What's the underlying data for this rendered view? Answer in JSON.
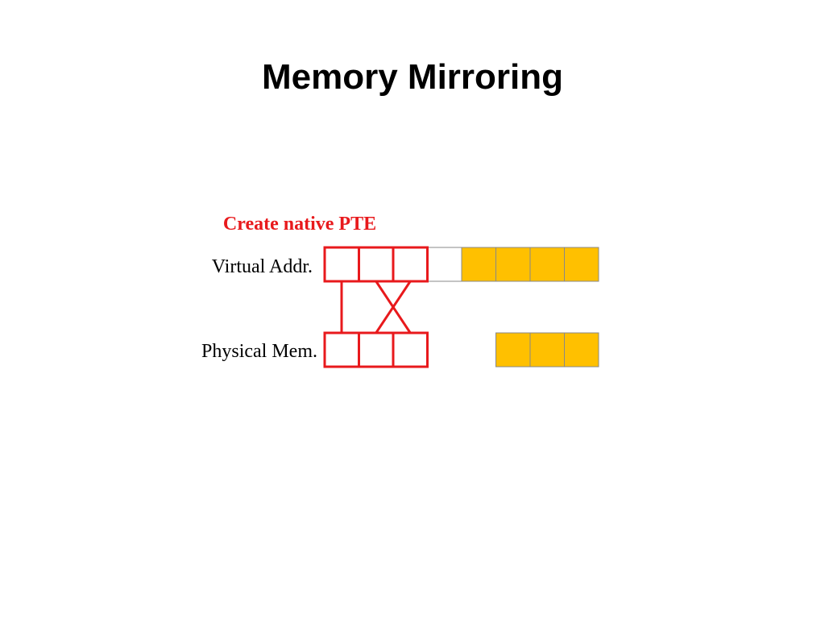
{
  "slide": {
    "title": "Memory Mirroring"
  },
  "diagram": {
    "annotation": "Create native PTE",
    "virtual_label": "Virtual Addr.",
    "physical_label": "Physical Mem.",
    "virtual_cells": [
      {
        "id": "v0",
        "state": "highlighted"
      },
      {
        "id": "v1",
        "state": "highlighted"
      },
      {
        "id": "v2",
        "state": "highlighted"
      },
      {
        "id": "v3",
        "state": "empty"
      },
      {
        "id": "v4",
        "state": "filled"
      },
      {
        "id": "v5",
        "state": "filled"
      },
      {
        "id": "v6",
        "state": "filled"
      },
      {
        "id": "v7",
        "state": "filled"
      }
    ],
    "physical_cells": [
      {
        "id": "p0",
        "state": "highlighted"
      },
      {
        "id": "p1",
        "state": "highlighted"
      },
      {
        "id": "p2",
        "state": "highlighted"
      },
      {
        "id": "p3",
        "state": "none"
      },
      {
        "id": "p4",
        "state": "none"
      },
      {
        "id": "p5",
        "state": "filled"
      },
      {
        "id": "p6",
        "state": "filled"
      },
      {
        "id": "p7",
        "state": "filled"
      }
    ],
    "mappings": [
      {
        "from": 0,
        "to": 0
      },
      {
        "from": 1,
        "to": 2
      },
      {
        "from": 2,
        "to": 1
      }
    ],
    "colors": {
      "highlight": "#e8191c",
      "filled": "#ffc000",
      "annotation": "#e8191c",
      "cell_border": "#888888"
    }
  }
}
